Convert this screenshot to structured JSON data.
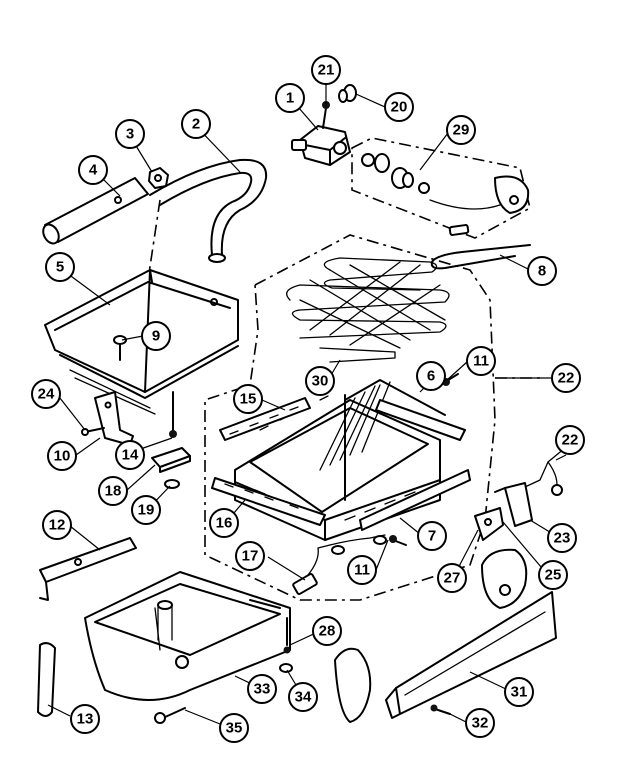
{
  "callouts": [
    {
      "id": "c1",
      "label": "1"
    },
    {
      "id": "c2",
      "label": "2"
    },
    {
      "id": "c3",
      "label": "3"
    },
    {
      "id": "c4",
      "label": "4"
    },
    {
      "id": "c5",
      "label": "5"
    },
    {
      "id": "c6",
      "label": "6"
    },
    {
      "id": "c7",
      "label": "7"
    },
    {
      "id": "c8",
      "label": "8"
    },
    {
      "id": "c9",
      "label": "9"
    },
    {
      "id": "c10",
      "label": "10"
    },
    {
      "id": "c11a",
      "label": "11"
    },
    {
      "id": "c11b",
      "label": "11"
    },
    {
      "id": "c12",
      "label": "12"
    },
    {
      "id": "c13",
      "label": "13"
    },
    {
      "id": "c14",
      "label": "14"
    },
    {
      "id": "c15",
      "label": "15"
    },
    {
      "id": "c16",
      "label": "16"
    },
    {
      "id": "c17",
      "label": "17"
    },
    {
      "id": "c18",
      "label": "18"
    },
    {
      "id": "c19",
      "label": "19"
    },
    {
      "id": "c20",
      "label": "20"
    },
    {
      "id": "c21",
      "label": "21"
    },
    {
      "id": "c22a",
      "label": "22"
    },
    {
      "id": "c22b",
      "label": "22"
    },
    {
      "id": "c23",
      "label": "23"
    },
    {
      "id": "c24",
      "label": "24"
    },
    {
      "id": "c25",
      "label": "25"
    },
    {
      "id": "c27",
      "label": "27"
    },
    {
      "id": "c28",
      "label": "28"
    },
    {
      "id": "c29",
      "label": "29"
    },
    {
      "id": "c30",
      "label": "30"
    },
    {
      "id": "c31",
      "label": "31"
    },
    {
      "id": "c32",
      "label": "32"
    },
    {
      "id": "c33",
      "label": "33"
    },
    {
      "id": "c34",
      "label": "34"
    },
    {
      "id": "c35",
      "label": "35"
    }
  ]
}
